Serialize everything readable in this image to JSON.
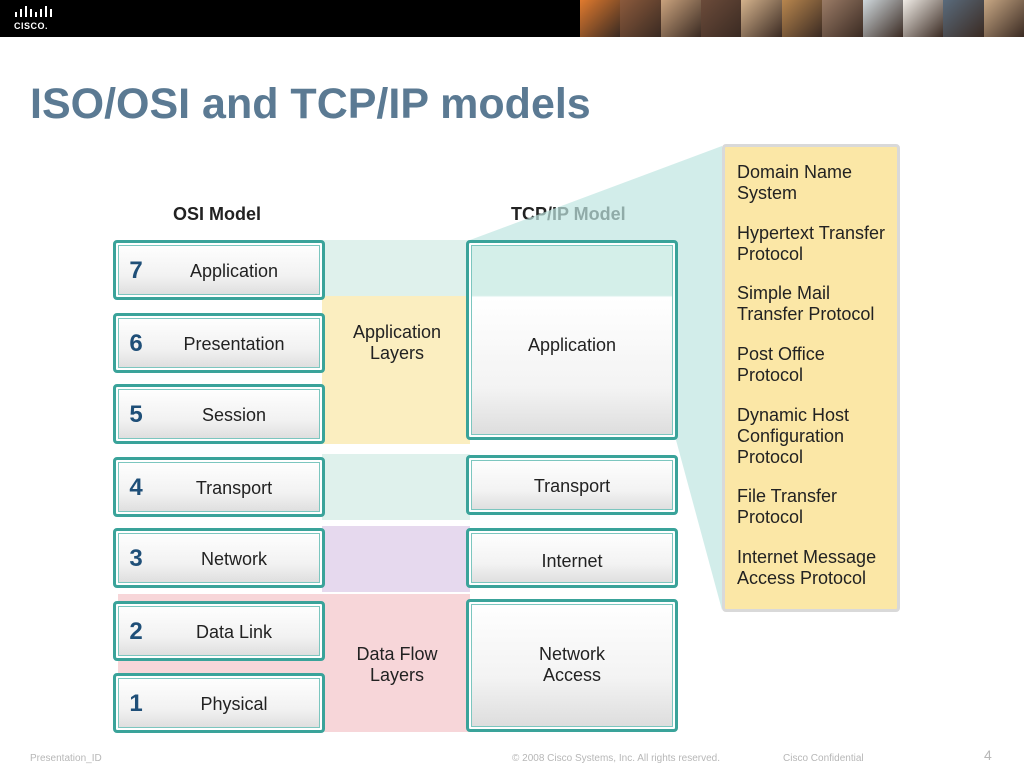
{
  "header": {
    "logo_text": "CISCO.",
    "photo_colors": [
      "#e07a2e",
      "#8b5a3c",
      "#c9a27d",
      "#6b4b3a",
      "#d4b28c",
      "#b8864e",
      "#9a7b66",
      "#cfd8dc",
      "#f0ece6",
      "#5a6b7c",
      "#c7a784"
    ]
  },
  "title": "ISO/OSI and TCP/IP models",
  "osi": {
    "heading": "OSI Model",
    "layers": [
      {
        "num": "7",
        "name": "Application"
      },
      {
        "num": "6",
        "name": "Presentation"
      },
      {
        "num": "5",
        "name": "Session"
      },
      {
        "num": "4",
        "name": "Transport"
      },
      {
        "num": "3",
        "name": "Network"
      },
      {
        "num": "2",
        "name": "Data Link"
      },
      {
        "num": "1",
        "name": "Physical"
      }
    ]
  },
  "groups": {
    "application_layers": "Application\nLayers",
    "data_flow_layers": "Data Flow\nLayers"
  },
  "tcpip": {
    "heading": "TCP/IP Model",
    "layers": [
      {
        "name": "Application"
      },
      {
        "name": "Transport"
      },
      {
        "name": "Internet"
      },
      {
        "name": "Network\nAccess"
      }
    ]
  },
  "protocols": [
    "Domain Name\nSystem",
    "Hypertext Transfer\nProtocol",
    "Simple Mail\nTransfer Protocol",
    "Post Office\nProtocol",
    "Dynamic Host\nConfiguration\nProtocol",
    "File Transfer\nProtocol",
    "Internet Message\nAccess Protocol"
  ],
  "colors": {
    "title": "#5b7a93",
    "teal_border": "#3aa39a",
    "app_band": "#fbeec0",
    "teal_band": "#dff1ec",
    "network_band": "#e6d9ee",
    "dataflow_band": "#f7d6d9",
    "protocol_panel": "#fbe7a6",
    "layer_number": "#1f4f78"
  },
  "footer": {
    "presentation_id": "Presentation_ID",
    "copyright": "© 2008 Cisco Systems, Inc. All rights reserved.",
    "confidential": "Cisco Confidential",
    "page": "4"
  }
}
